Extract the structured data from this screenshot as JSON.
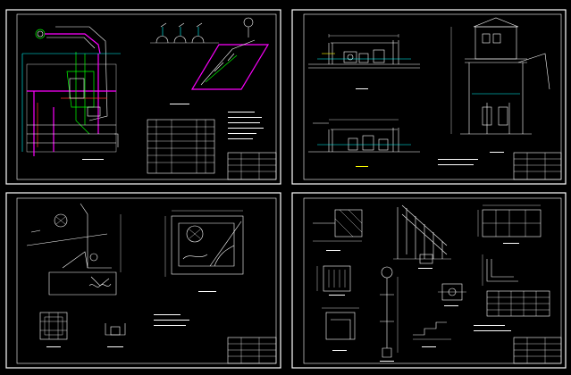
{
  "window": {
    "background": "#000000"
  },
  "colors": {
    "line": "#ffffff",
    "cyan": "#00ffff",
    "yellow": "#ffff00",
    "green": "#00ff00",
    "magenta": "#ff00ff",
    "red": "#ff3030"
  },
  "sheets": [
    {
      "id": "sheet-1",
      "content": "pipe-layout-plan-and-isometric"
    },
    {
      "id": "sheet-2",
      "content": "elevations-and-section"
    },
    {
      "id": "sheet-3",
      "content": "detail-sections"
    },
    {
      "id": "sheet-4",
      "content": "component-details"
    }
  ]
}
